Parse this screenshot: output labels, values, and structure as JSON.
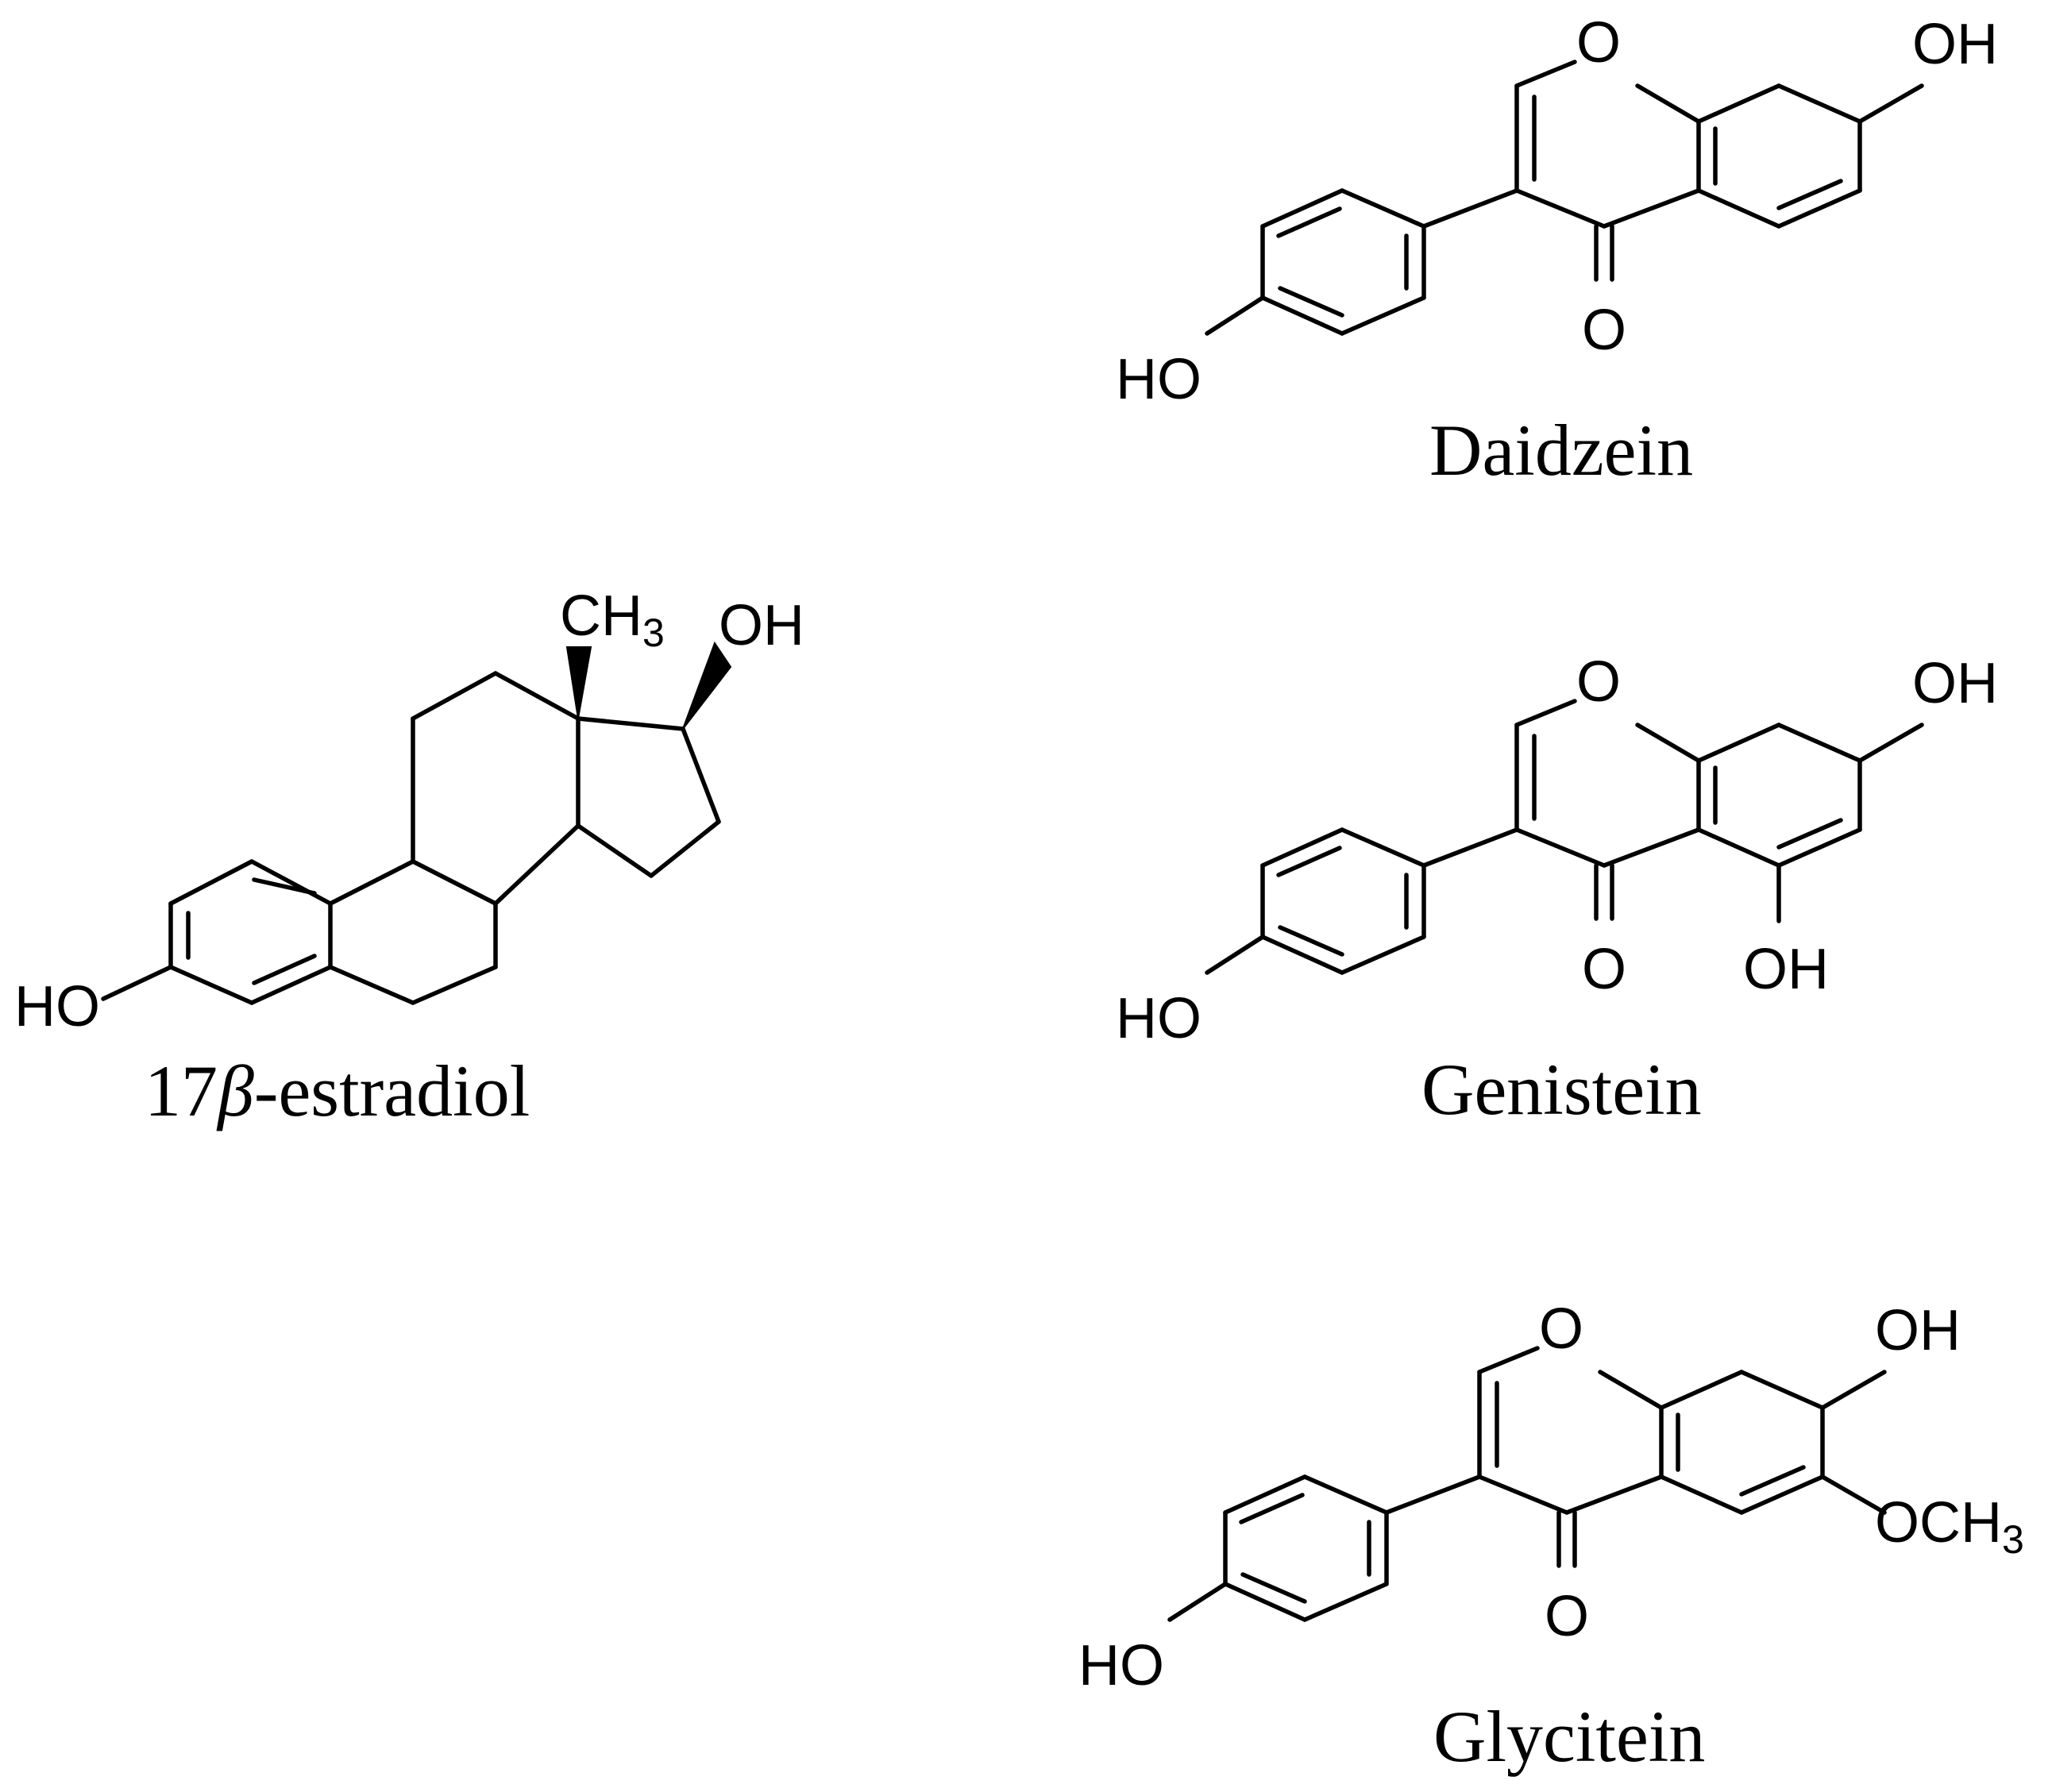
{
  "compounds": {
    "estradiol": {
      "name_prefix": "17",
      "name_greek": "β",
      "name_suffix": "-estradiol",
      "labels": {
        "ho": "HO",
        "oh": "OH",
        "methyl_main": "CH",
        "methyl_sub": "3"
      }
    },
    "daidzein": {
      "name": "Daidzein",
      "labels": {
        "ring_o": "O",
        "oh_7": "OH",
        "keto_o": "O",
        "ho_4p": "HO"
      }
    },
    "genistein": {
      "name": "Genistein",
      "labels": {
        "ring_o": "O",
        "oh_7": "OH",
        "keto_o": "O",
        "oh_5": "OH",
        "ho_4p": "HO"
      }
    },
    "glycitein": {
      "name": "Glycitein",
      "labels": {
        "ring_o": "O",
        "oh_7": "OH",
        "methoxy_main": "OCH",
        "methoxy_sub": "3",
        "keto_o": "O",
        "ho_4p": "HO"
      }
    }
  }
}
